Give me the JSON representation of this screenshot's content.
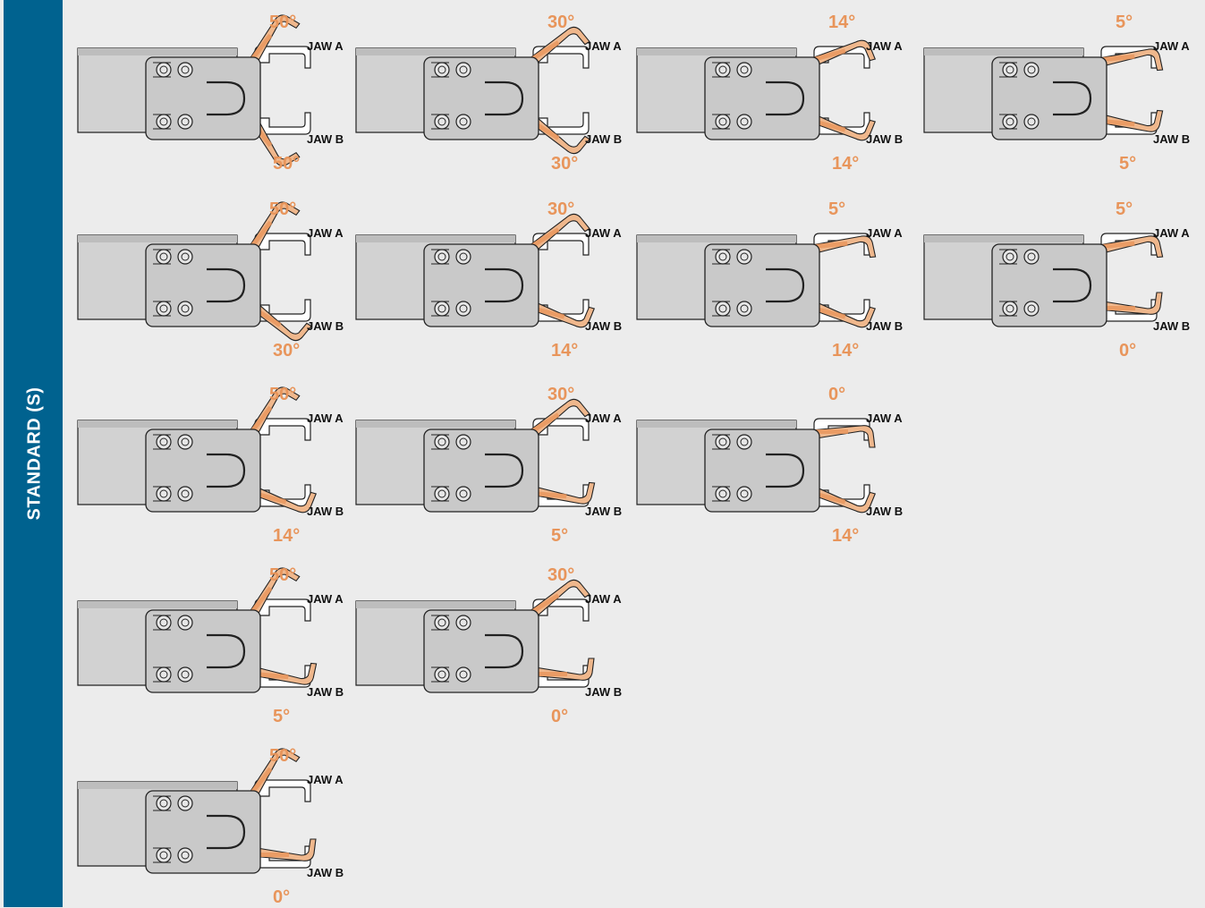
{
  "sidebar": {
    "label": "STANDARD (S)"
  },
  "colors": {
    "sidebar": "#00628f",
    "background": "#ececec",
    "jaw_orange": "#e8955b",
    "jaw_fill": "#efb78c",
    "body_gray": "#d2d2d2",
    "plate_gray": "#c9c9c9",
    "outline": "#222222"
  },
  "labels": {
    "jaw_a": "JAW A",
    "jaw_b": "JAW B"
  },
  "rows": [
    [
      {
        "a": "50°",
        "b": "50°"
      },
      {
        "a": "30°",
        "b": "30°"
      },
      {
        "a": "14°",
        "b": "14°"
      },
      {
        "a": "5°",
        "b": "5°"
      }
    ],
    [
      {
        "a": "50°",
        "b": "30°"
      },
      {
        "a": "30°",
        "b": "14°"
      },
      {
        "a": "5°",
        "b": "14°"
      },
      {
        "a": "5°",
        "b": "0°"
      }
    ],
    [
      {
        "a": "50°",
        "b": "14°"
      },
      {
        "a": "30°",
        "b": "5°"
      },
      {
        "a": "0°",
        "b": "14°"
      }
    ],
    [
      {
        "a": "50°",
        "b": "5°"
      },
      {
        "a": "30°",
        "b": "0°"
      }
    ],
    [
      {
        "a": "50°",
        "b": "0°"
      }
    ]
  ]
}
